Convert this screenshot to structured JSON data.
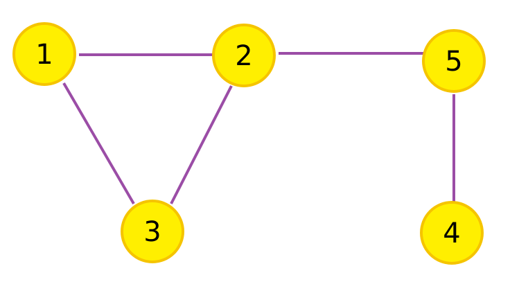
{
  "colors": {
    "node_fill": "#ffef00",
    "node_stroke": "#f5c400",
    "edge": "#9b4da6",
    "label": "#000000"
  },
  "nodes": [
    {
      "id": "1",
      "label": "1"
    },
    {
      "id": "2",
      "label": "2"
    },
    {
      "id": "3",
      "label": "3"
    },
    {
      "id": "4",
      "label": "4"
    },
    {
      "id": "5",
      "label": "5"
    }
  ],
  "edges": [
    {
      "from": "1",
      "to": "2"
    },
    {
      "from": "1",
      "to": "3"
    },
    {
      "from": "2",
      "to": "3"
    },
    {
      "from": "2",
      "to": "5"
    },
    {
      "from": "5",
      "to": "4"
    }
  ]
}
